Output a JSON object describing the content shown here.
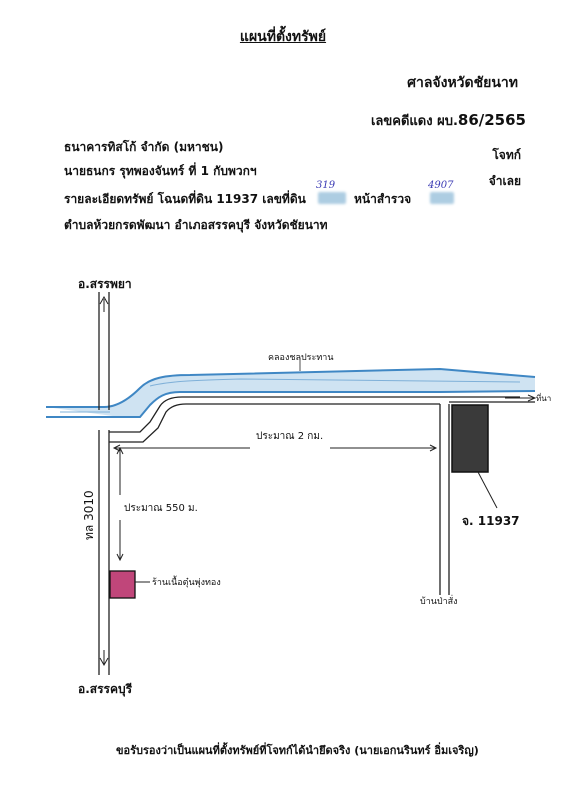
{
  "doc": {
    "title": "แผนที่ตั้งทรัพย์",
    "court": "ศาลจังหวัดชัยนาท",
    "case_prefix": "เลขคดีแดง ผบ.",
    "case_number": "86/2565",
    "plaintiff": "ธนาคารทิสโก้  จำกัด  (มหาชน)",
    "plaintiff_role": "โจทก์",
    "defendant": "นายธนกร  รุทพองจันทร์  ที่ 1 กับพวกฯ",
    "defendant_role": "จำเลย",
    "property_line": "รายละเอียดทรัพย์ โฉนดที่ดิน  11937  เลขที่ดิน",
    "page_label": "หน้าสำรวจ",
    "land_no_handwritten": "319",
    "survey_handwritten": "4907",
    "location_line": "ตำบลห้วยกรดพัฒนา  อำเภอสรรคบุรี  จังหวัดชัยนาท",
    "certification": "ขอรับรองว่าเป็นแผนที่ตั้งทรัพย์ที่โจทก์ได้นำยึดจริง   (นายเอกนรินทร์  อิ่มเจริญ)"
  },
  "map": {
    "north_label": "อ.สรรพยา",
    "south_label": "อ.สรรคบุรี",
    "road_label": "ทล 3010",
    "canal_label": "คลองชลประทาน",
    "canal_arrow_label": "ที่นา",
    "distance_east": "ประมาณ 2 กม.",
    "distance_south": "ประมาณ 550 ม.",
    "shop_label": "ร้านเนื้อตุ๋นพุ่งทอง",
    "parcel_label": "จ. 11937",
    "village_label": "บ้านป่าสั่ง",
    "colors": {
      "water": "#3f87c4",
      "parcel": "#3a3a3a",
      "shop": "#c0467a"
    }
  }
}
